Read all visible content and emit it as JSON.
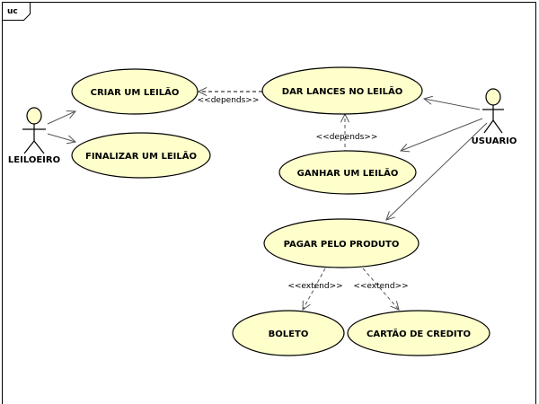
{
  "frame": {
    "label": "uc"
  },
  "actors": {
    "leiloeiro": "LEILOEIRO",
    "usuario": "USUARIO"
  },
  "use_cases": {
    "criar": "CRIAR UM LEILÃO",
    "finalizar": "FINALIZAR UM LEILÃO",
    "dar_lances": "DAR LANCES NO LEILÃO",
    "ganhar": "GANHAR UM LEILÃO",
    "pagar": "PAGAR PELO PRODUTO",
    "boleto": "BOLETO",
    "cartao": "CARTÃO DE CREDITO"
  },
  "relations": {
    "depends_1": "<<depends>>",
    "depends_2": "<<depends>>",
    "extend_1": "<<extend>>",
    "extend_2": "<<extend>>"
  },
  "colors": {
    "use_case_fill": "#ffffcc",
    "line": "#555555"
  }
}
